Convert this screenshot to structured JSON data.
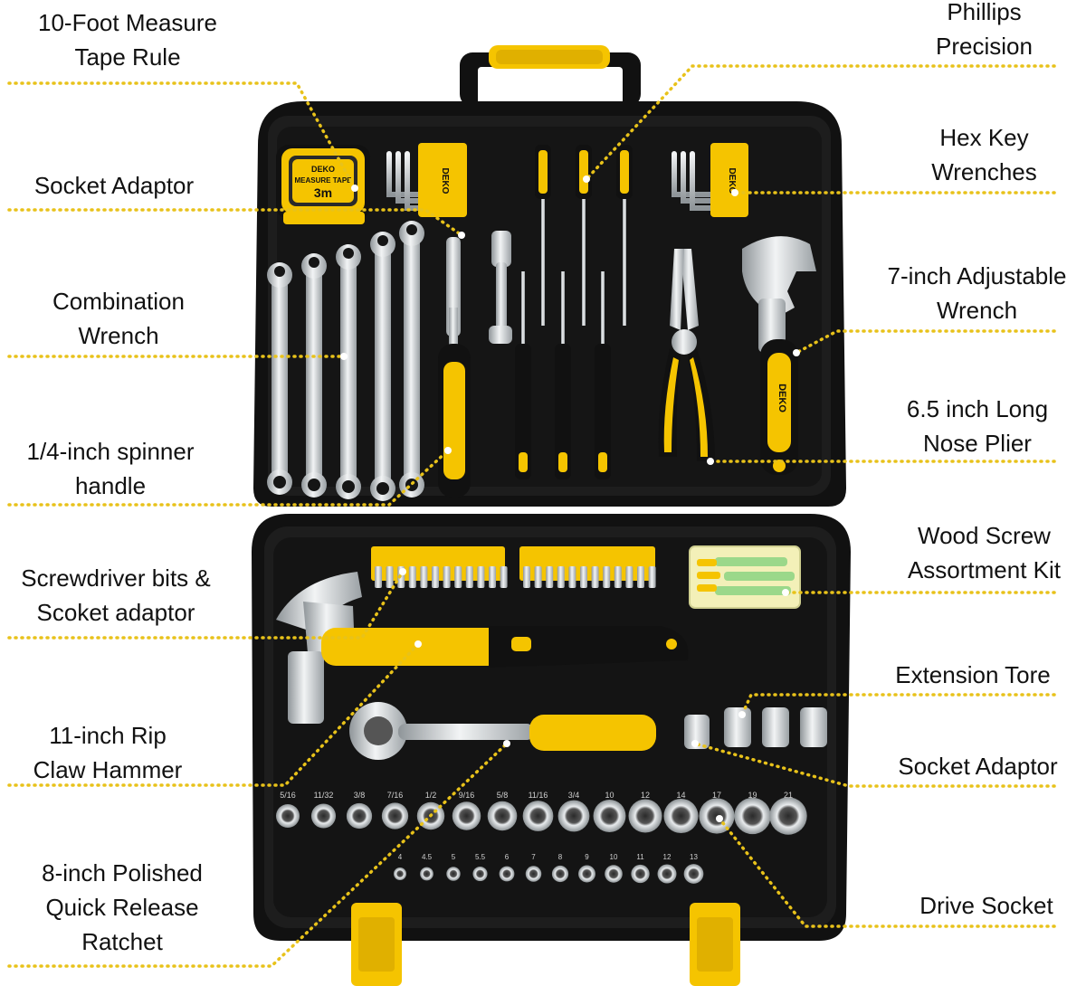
{
  "colors": {
    "case": "#111111",
    "tray": "#1c1c1c",
    "accent": "#f5c400",
    "leader": "#e8c21a",
    "chrome": "#cfd3d6"
  },
  "labels": {
    "tape": [
      "10-Foot Measure",
      "Tape Rule"
    ],
    "socket_adaptor_top": [
      "Socket Adaptor"
    ],
    "combination": [
      "Combination",
      "Wrench"
    ],
    "spinner": [
      "1/4-inch spinner",
      "handle"
    ],
    "bits": [
      "Screwdriver bits &",
      "Scoket adaptor"
    ],
    "hammer": [
      "11-inch Rip",
      "Claw Hammer"
    ],
    "ratchet": [
      "8-inch Polished",
      "Quick Release",
      "Ratchet"
    ],
    "phillips": [
      "Phillips",
      "Precision"
    ],
    "hexkey": [
      "Hex Key",
      "Wrenches"
    ],
    "adjustable": [
      "7-inch Adjustable",
      "Wrench"
    ],
    "plier": [
      "6.5 inch Long",
      "Nose Plier"
    ],
    "woodscrew": [
      "Wood Screw",
      "Assortment Kit"
    ],
    "extension": [
      "Extension Tore"
    ],
    "socket_adaptor_bottom": [
      "Socket Adaptor"
    ],
    "drive": [
      "Drive Socket"
    ]
  },
  "product_text": {
    "brand": "DEKO",
    "tape_label": "MEASURE TAPE",
    "tape_size": "3m"
  },
  "socket_sizes_row1": [
    "5/16",
    "11/32",
    "3/8",
    "7/16",
    "1/2",
    "9/16",
    "5/8",
    "11/16",
    "3/4",
    "10",
    "12",
    "14",
    "17",
    "19",
    "21"
  ],
  "socket_sizes_row2": [
    "4",
    "4.5",
    "5",
    "5.5",
    "6",
    "7",
    "8",
    "9",
    "10",
    "11",
    "12",
    "13"
  ]
}
